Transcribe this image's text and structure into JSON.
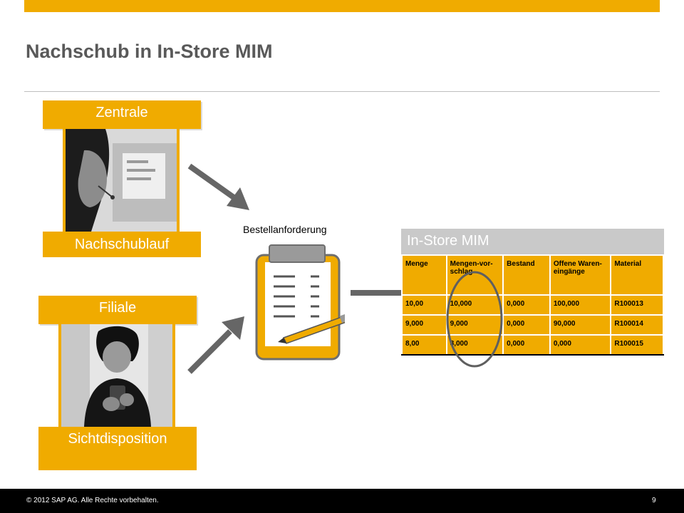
{
  "slide": {
    "title": "Nachschub in In-Store MIM",
    "accent_color": "#f0ab00"
  },
  "left": {
    "zentrale_label": "Zentrale",
    "nachschublauf_label": "Nachschublauf",
    "filiale_label": "Filiale",
    "sichtdisposition_label": "Sichtdisposition"
  },
  "middle": {
    "bestell_label": "Bestellanforderung"
  },
  "mim": {
    "title": "In-Store MIM",
    "headers": [
      "Menge",
      "Mengen-vor-schlag",
      "Bestand",
      "Offene Waren-eingänge",
      "Material"
    ],
    "rows": [
      [
        "10,00",
        "10,000",
        "0,000",
        "100,000",
        "R100013"
      ],
      [
        "9,000",
        "9,000",
        "0,000",
        "90,000",
        "R100014"
      ],
      [
        "8,00",
        "8,000",
        "0,000",
        "0,000",
        "R100015"
      ]
    ]
  },
  "footer": {
    "copyright": "© 2012 SAP AG. Alle Rechte vorbehalten.",
    "page": "9"
  }
}
